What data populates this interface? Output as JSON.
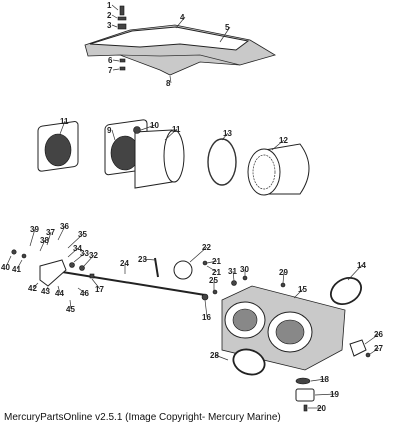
{
  "caption": "MercuryPartsOnline v2.5.1 (Image Copyright- Mercury Marine)",
  "callouts": [
    "1",
    "2",
    "3",
    "4",
    "5",
    "6",
    "7",
    "8",
    "9",
    "10",
    "11",
    "11",
    "12",
    "13",
    "14",
    "15",
    "16",
    "17",
    "18",
    "19",
    "20",
    "21",
    "21",
    "22",
    "23",
    "24",
    "25",
    "26",
    "27",
    "28",
    "29",
    "30",
    "31",
    "32",
    "33",
    "34",
    "35",
    "36",
    "37",
    "38",
    "39",
    "40",
    "41",
    "42",
    "43",
    "44",
    "45",
    "46"
  ]
}
